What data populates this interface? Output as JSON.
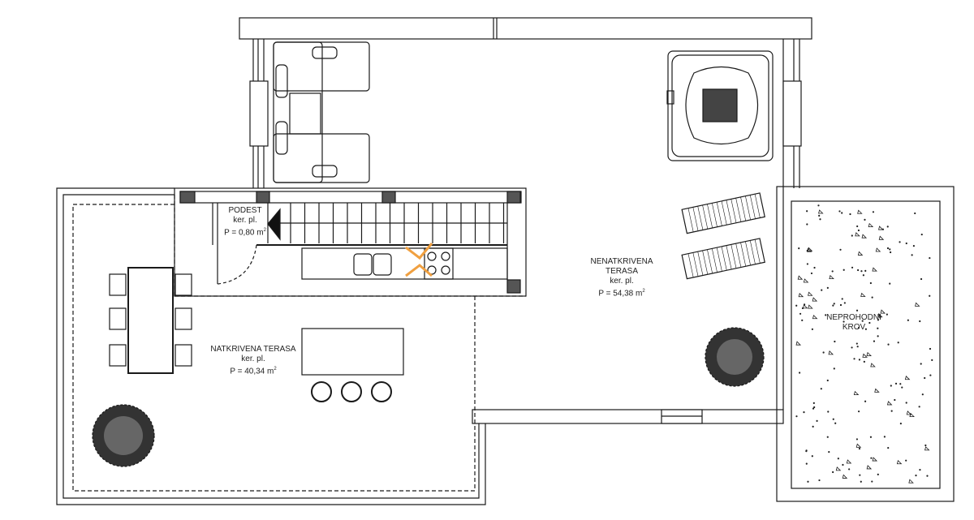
{
  "rooms": [
    {
      "name": "PODEST",
      "finish": "ker. pl.",
      "area": "P = 0,80 m",
      "unit_sup": "2"
    },
    {
      "name": "NATKRIVENA TERASA",
      "finish": "ker. pl.",
      "area": "P = 40,34 m",
      "unit_sup": "2"
    },
    {
      "name": "NENATKRIVENA",
      "name2": "TERASA",
      "finish": "ker. pl.",
      "area": "P = 54,38 m",
      "unit_sup": "2"
    },
    {
      "name": "NEPROHODNI",
      "name2": "KROV"
    }
  ],
  "colors": {
    "line": "#1a1a1a",
    "watermark": "#f0a040"
  }
}
